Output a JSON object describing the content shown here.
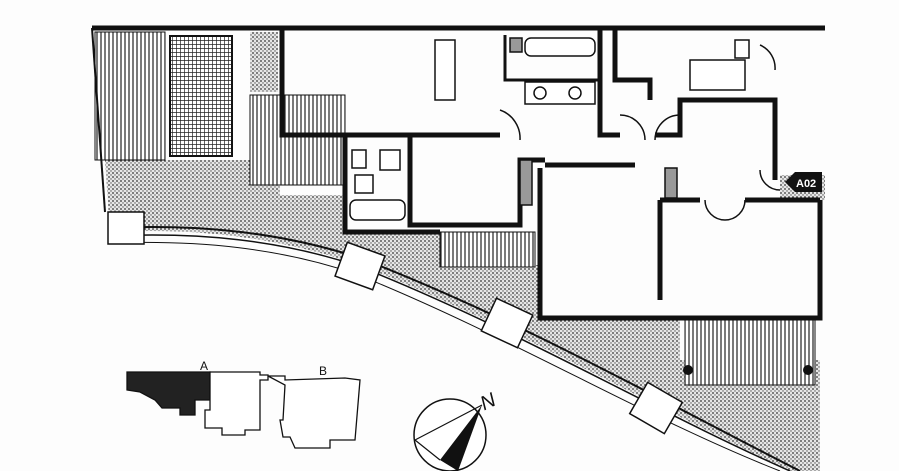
{
  "labels": {
    "unit_code": "A02",
    "block_a": "A",
    "block_b": "B",
    "north": "N"
  },
  "colors": {
    "wall": "#111111",
    "paper": "#fdfdfd",
    "stipple": "#555555"
  }
}
